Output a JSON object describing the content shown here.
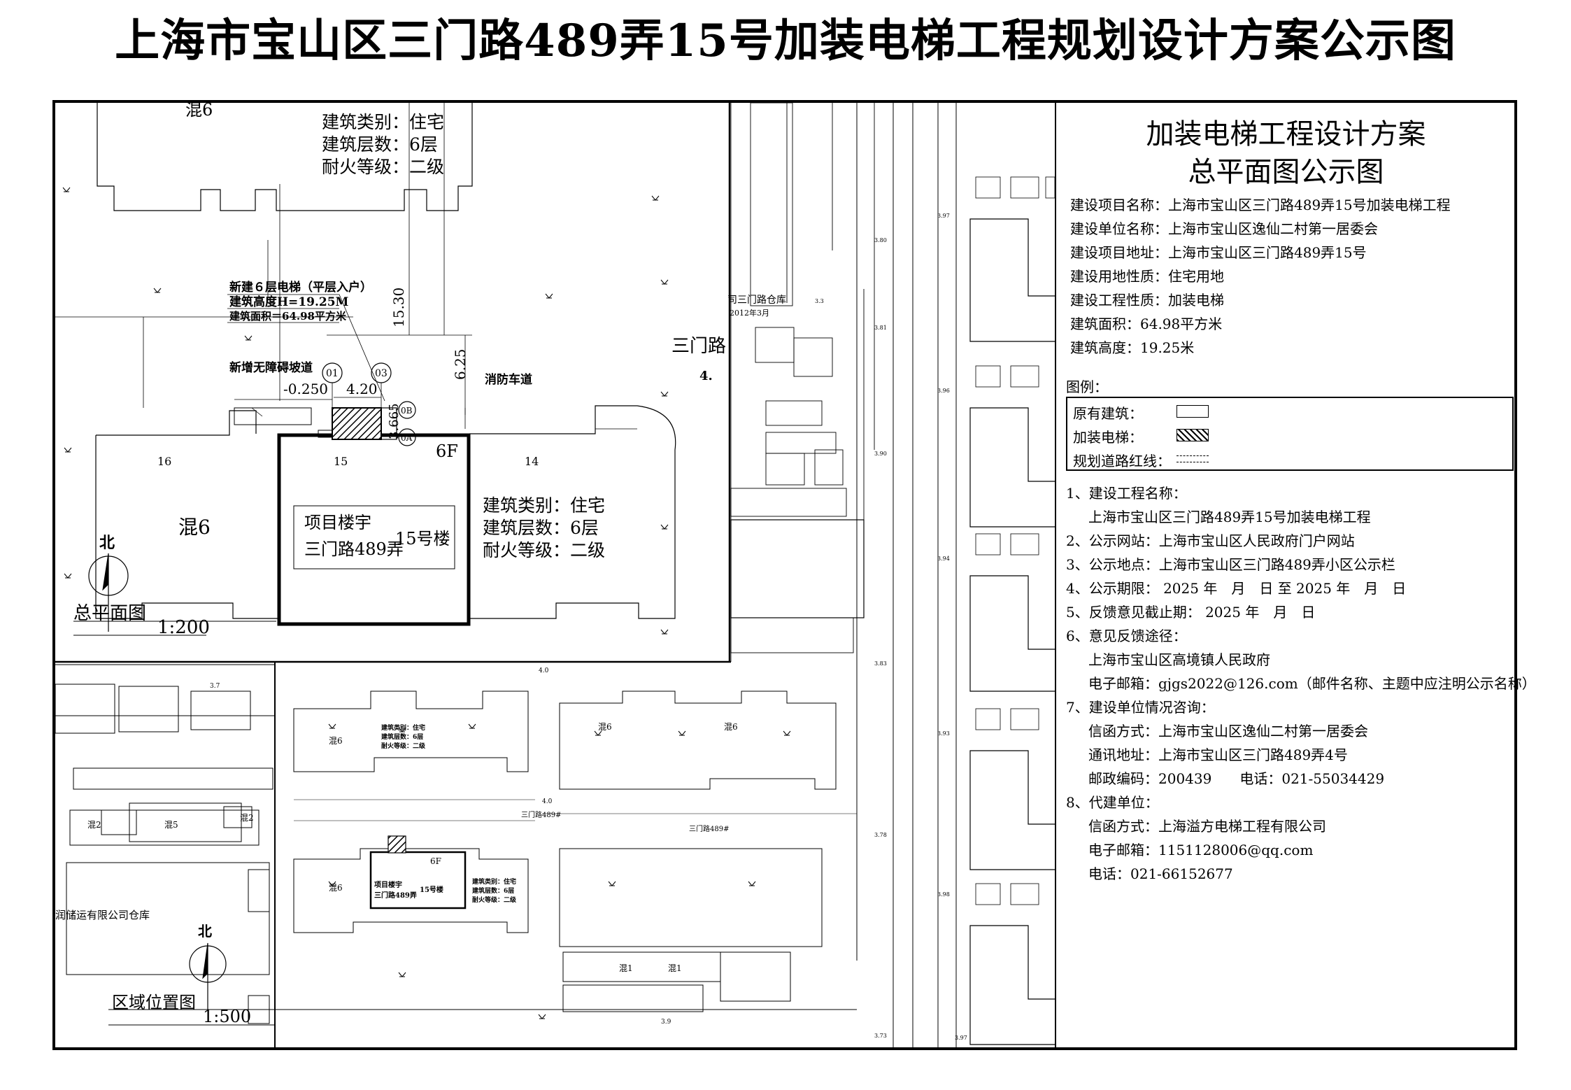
{
  "title": "上海市宝山区三门路489弄15号加装电梯工程规划设计方案公示图",
  "site_plan": {
    "north_label": "北",
    "caption": "总平面图",
    "scale": "1:200",
    "labels": {
      "top_left_bldg": "混6",
      "top_bldg_type": "建筑类别：住宅",
      "top_bldg_floors": "建筑层数：6层",
      "top_bldg_fire": "耐火等级：二级",
      "elev_note1": "新建６层电梯（平层入户）",
      "elev_note2": "建筑高度H=19.25M",
      "elev_note3": "建筑面积＝64.98平方米",
      "ramp_note": "新增无障碍坡道",
      "dim_1530": "15.30",
      "dim_625": "6.25",
      "dim_420": "4.20",
      "dim_3665": "3.665",
      "level": "-0.250",
      "fire_lane": "消防车道",
      "axis_01": "01",
      "axis_03": "03",
      "axis_0b": "0B",
      "axis_0a": "0A",
      "num_16": "16",
      "num_15": "15",
      "num_14": "14",
      "floors_6f": "6F",
      "left_bldg": "混6",
      "project_l1": "项目楼宇",
      "project_l2": "三门路489弄",
      "project_no": "15号楼",
      "right_bldg_type": "建筑类别：住宅",
      "right_bldg_floors": "建筑层数：6层",
      "right_bldg_fire": "耐火等级：二级",
      "road": "三门路",
      "road_mark": "4.",
      "warehouse": "司三门路仓库",
      "warehouse_date": "2012年3月"
    }
  },
  "location_map": {
    "north_label": "北",
    "caption": "区域位置图",
    "scale": "1:500",
    "labels": {
      "hun6_a": "混6",
      "hun6_b": "混6",
      "hun6_c": "混6",
      "hun6_d": "混6",
      "hun5": "混5",
      "hun2_a": "混2",
      "hun2_b": "混2",
      "hun1_a": "混1",
      "hun1_b": "混1",
      "road_a": "三门路489#",
      "road_b": "三门路489#",
      "warehouse": "润储运有限公司仓库",
      "project_l1": "项目楼宇",
      "project_l2": "三门路489弄",
      "project_no": "15号楼",
      "six_f": "6F",
      "type": "建筑类别：住宅",
      "floors": "建筑层数：6层",
      "fire": "耐火等级：二级",
      "type_b": "建筑类别：住宅",
      "floors_b": "建筑层数：6层",
      "fire_b": "耐火等级：二级",
      "level_37": "3.7",
      "level_40a": "4.0",
      "level_40b": "4.0",
      "level_39": "3.9"
    }
  },
  "right_map_levels": [
    "3.97",
    "3.80",
    "3.81",
    "3.96",
    "3.90",
    "3.94",
    "3.83",
    "3.93",
    "3.78",
    "3.98",
    "3.73",
    "3.97",
    "3.3"
  ],
  "panel": {
    "title1": "加装电梯工程设计方案",
    "title2": "总平面图公示图",
    "info": [
      "建设项目名称：上海市宝山区三门路489弄15号加装电梯工程",
      "建设单位名称：上海市宝山区逸仙二村第一居委会",
      "建设项目地址：上海市宝山区三门路489弄15号",
      "建设用地性质：住宅用地",
      "建设工程性质：加装电梯",
      "建筑面积：64.98平方米",
      "建筑高度：19.25米"
    ],
    "legend_title": "图例：",
    "legend": [
      {
        "label": "原有建筑：",
        "style": "blank"
      },
      {
        "label": "加装电梯：",
        "style": "hatch"
      },
      {
        "label": "规划道路红线：",
        "style": "dash"
      }
    ],
    "notes": [
      {
        "text": "1、建设工程名称：",
        "indent": false
      },
      {
        "text": "上海市宝山区三门路489弄15号加装电梯工程",
        "indent": true
      },
      {
        "text": "2、公示网站：上海市宝山区人民政府门户网站",
        "indent": false
      },
      {
        "text": "3、公示地点：上海市宝山区三门路489弄小区公示栏",
        "indent": false
      },
      {
        "text": "4、公示期限： 2025 年　月　日 至 2025 年　月　日",
        "indent": false
      },
      {
        "text": "5、反馈意见截止期： 2025 年　月　日",
        "indent": false
      },
      {
        "text": "6、意见反馈途径：",
        "indent": false
      },
      {
        "text": "上海市宝山区高境镇人民政府",
        "indent": true
      },
      {
        "text": "电子邮箱：gjgs2022@126.com（邮件名称、主题中应注明公示名称）",
        "indent": true
      },
      {
        "text": "7、建设单位情况咨询：",
        "indent": false
      },
      {
        "text": "信函方式：上海市宝山区逸仙二村第一居委会",
        "indent": true
      },
      {
        "text": "通讯地址：上海市宝山区三门路489弄4号",
        "indent": true
      },
      {
        "text": "邮政编码：200439　　电话：021-55034429",
        "indent": true
      },
      {
        "text": "8、代建单位：",
        "indent": false
      },
      {
        "text": "信函方式：上海溢方电梯工程有限公司",
        "indent": true
      },
      {
        "text": "电子邮箱：1151128006@qq.com",
        "indent": true
      },
      {
        "text": "电话：021-66152677",
        "indent": true
      }
    ]
  }
}
